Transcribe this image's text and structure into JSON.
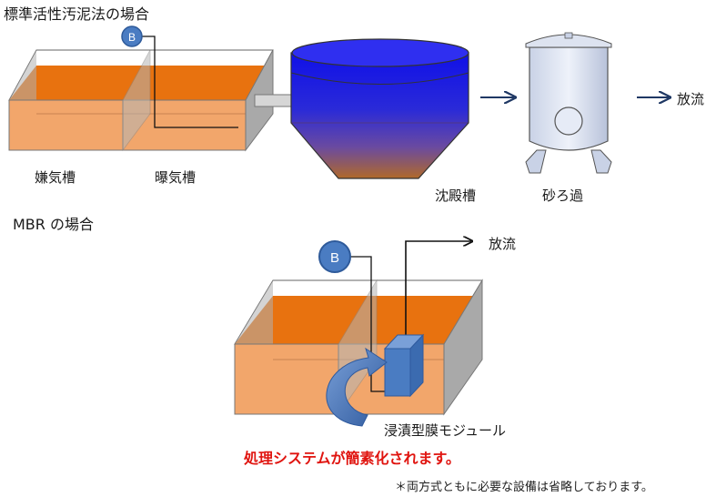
{
  "standard": {
    "title": "標準活性汚泥法の場合",
    "blower_label": "B",
    "tank1_label": "嫌気槽",
    "tank2_label": "曝気槽",
    "settling_label": "沈殿槽",
    "filter_label": "砂ろ過",
    "discharge_label": "放流"
  },
  "mbr": {
    "title": "MBR の場合",
    "blower_label": "B",
    "discharge_label": "放流",
    "module_label": "浸漬型膜モジュール",
    "message": "処理システムが簡素化されます。",
    "footnote": "＊両方式ともに必要な設備は省略しております。"
  },
  "colors": {
    "water_surface": "#e8720f",
    "water_body": "#f2a66b",
    "tank_wall": "#a9a9a9",
    "blower": "#4a7cc2",
    "membrane": "#4a7cc2",
    "arrow": "#1f3864",
    "message": "#e0140f"
  }
}
